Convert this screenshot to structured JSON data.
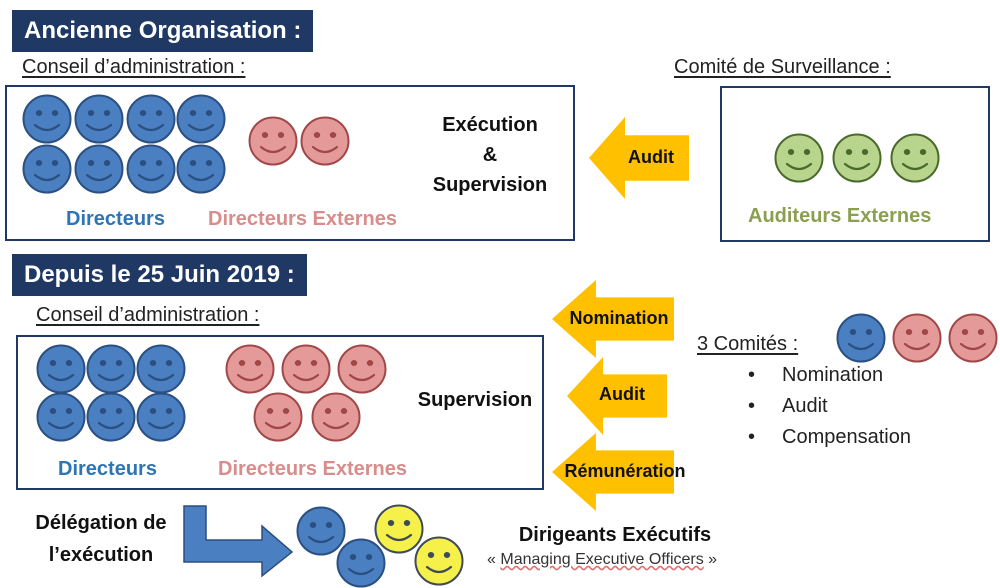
{
  "old_org": {
    "title": "Ancienne Organisation :",
    "board_label": "Conseil d’administration :",
    "committee_label": "Comité de Surveillance :",
    "role_line1": "Exécution",
    "role_line2": "&",
    "role_line3": "Supervision",
    "directors_label": "Directeurs",
    "external_directors_label": "Directeurs Externes",
    "arrow_audit": "Audit",
    "auditors_label": "Auditeurs Externes"
  },
  "new_org": {
    "title": "Depuis le 25 Juin 2019 :",
    "board_label": "Conseil d’administration :",
    "role": "Supervision",
    "directors_label": "Directeurs",
    "external_directors_label": "Directeurs Externes",
    "arrow_nomination": "Nomination",
    "arrow_audit": "Audit",
    "arrow_remuneration": "Rémunération",
    "committees_label": "3 Comités :",
    "committees": [
      "Nomination",
      "Audit",
      "Compensation"
    ],
    "delegation_line1": "Délégation de",
    "delegation_line2": "l’exécution",
    "executives_title": "Dirigeants Exécutifs",
    "executives_open_quote": "«",
    "executives_subtitle": "Managing Executive Officers",
    "executives_close_quote": "»"
  },
  "colors": {
    "navy": "#1f3864",
    "blue_face": "#4a7fc1",
    "pink_face": "#e59a9a",
    "green_face": "#b9d48c",
    "yellow_face": "#f5f14a",
    "arrow": "#ffc000"
  },
  "icons": {
    "face": "smiley-face-icon",
    "arrow": "left-arrow-icon",
    "bent_arrow": "bent-arrow-icon"
  }
}
